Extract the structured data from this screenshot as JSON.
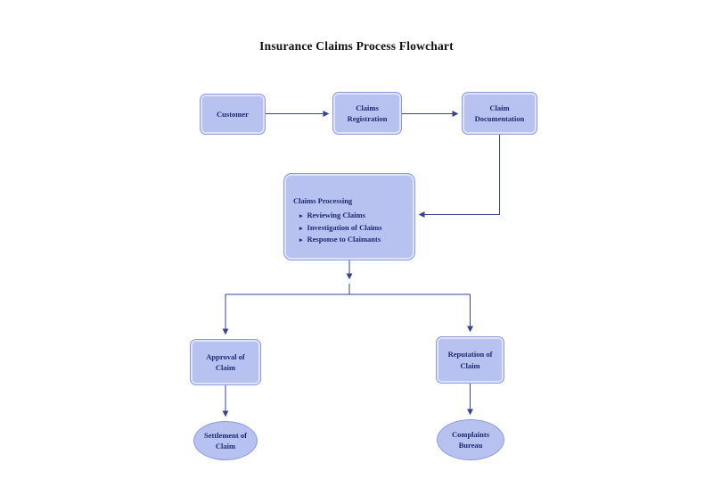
{
  "page": {
    "title": "Insurance Claims Process Flowchart"
  },
  "colors": {
    "node_fill": "#b7c2f0",
    "node_border": "#8c9ae0",
    "node_text": "#1c2a72",
    "line": "#37448f"
  },
  "nodes": {
    "customer": {
      "label": "Customer"
    },
    "claims_registration": {
      "label": "Claims Registration"
    },
    "claim_documentation": {
      "label": "Claim Documentation"
    },
    "claims_processing": {
      "title": "Claims Processing",
      "bullet_glyph": "▸",
      "bullets": [
        "Reviewing Claims",
        "Investigation of Claims",
        "Response to Claimants"
      ]
    },
    "approval_of_claim": {
      "label": "Approval of Claim"
    },
    "reputation_of_claim": {
      "label": "Reputation of Claim"
    },
    "settlement_of_claim": {
      "label": "Settlement of Claim"
    },
    "complaints_bureau": {
      "label": "Complaints Bureau"
    }
  }
}
